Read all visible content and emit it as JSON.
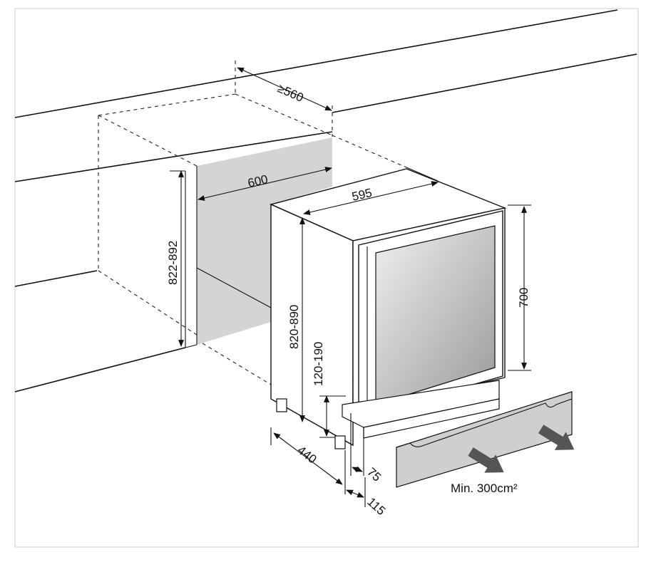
{
  "dimensions": {
    "niche_depth": "≥560",
    "niche_width": "600",
    "niche_height": "822-892",
    "appliance_width": "595",
    "appliance_height": "820-890",
    "door_height": "700",
    "plinth_height": "120-190",
    "foot_depth": "440",
    "plinth_offset_a": "75",
    "plinth_offset_b": "115"
  },
  "ventilation_note": "Min. 300cm²",
  "colors": {
    "line": "#111111",
    "panel_fill": "#d4d4d4",
    "glass_light": "#ececec",
    "glass_dark": "#9a9a9a",
    "plinth_fill": "#cfcfcf",
    "arrow_fill": "#555555",
    "frame": "#cccccc"
  }
}
